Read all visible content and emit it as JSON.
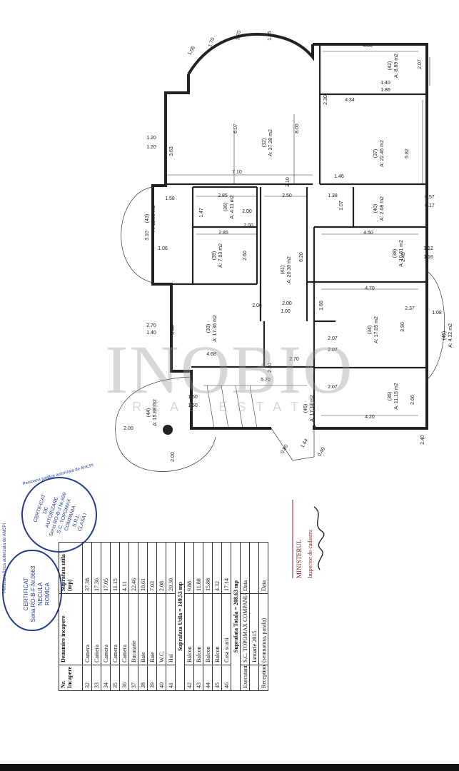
{
  "watermark": {
    "brand": "INOBIO",
    "tagline": "REAL ESTATE"
  },
  "rooms": [
    {
      "code": "32",
      "area": "A: 37.38 m2"
    },
    {
      "code": "42",
      "area": "A: 8.89 m2"
    },
    {
      "code": "37",
      "area": "A: 22.46 m2"
    },
    {
      "code": "36",
      "area": "A: 4.11 m2"
    },
    {
      "code": "40",
      "area": "A: 2.08 m2"
    },
    {
      "code": "43",
      "area": "A: 11.89 m2"
    },
    {
      "code": "39",
      "area": "A: 7.03 m2"
    },
    {
      "code": "41",
      "area": "A: 20.30 m2"
    },
    {
      "code": "38",
      "area": "A: 10.61 m2"
    },
    {
      "code": "33",
      "area": "A: 17.36 m2"
    },
    {
      "code": "34",
      "area": "A: 17.05 m2"
    },
    {
      "code": "45",
      "area": "A: 4.32 m2"
    },
    {
      "code": "35",
      "area": "A: 11.15 m2"
    },
    {
      "code": "44",
      "area": "A: 15.88 m2"
    },
    {
      "code": "46",
      "area": "A: 17.14 m2"
    }
  ],
  "dimensions": [
    "4.86",
    "2.07",
    "1.05",
    "1.70",
    "1.70",
    "1.05",
    "1.40",
    "1.86",
    "2.30",
    "4.34",
    "6.07",
    "8.00",
    "5.82",
    "1.20",
    "1.20",
    "3.63",
    "7.10",
    "2.10",
    "1.46",
    "1.58",
    "2.85",
    "2.50",
    "1.38",
    "0.57",
    "0.17",
    "3.10",
    "1.47",
    "2.00",
    "2.00",
    "1.07",
    "2.85",
    "4.50",
    "1.06",
    "2.60",
    "6.20",
    "2.45",
    "1.12",
    "1.16",
    "4.70",
    "2.37",
    "1.08",
    "2.70",
    "1.40",
    "3.80",
    "2.06",
    "2.00",
    "1.00",
    "1.66",
    "3.90",
    "2.07",
    "2.70",
    "4.68",
    "2.07",
    "2.10",
    "5.70",
    "2.07",
    "1.50",
    "1.50",
    "2.66",
    "4.20",
    "2.40",
    "2.00",
    "2.00",
    "1.64",
    "0.80",
    "0.40"
  ],
  "table": {
    "headers": [
      "Nr. Incapere",
      "Denumire incapere",
      "Suprafata utila (mp)"
    ],
    "rows": [
      [
        "32",
        "Camera",
        "37.38"
      ],
      [
        "33",
        "Camera",
        "17.36"
      ],
      [
        "34",
        "Camera",
        "17.05"
      ],
      [
        "35",
        "Camera",
        "11.15"
      ],
      [
        "36",
        "Camera",
        "4.11"
      ],
      [
        "37",
        "Bucatarie",
        "22.46"
      ],
      [
        "38",
        "Baie",
        "10.61"
      ],
      [
        "39",
        "Baie",
        "7.03"
      ],
      [
        "40",
        "W.C.",
        "2.08"
      ],
      [
        "41",
        "Hol",
        "20.30"
      ]
    ],
    "subtotal": "Suprafata Utila = 149.53 mp",
    "rows2": [
      [
        "42",
        "Balcon",
        "9.88"
      ],
      [
        "43",
        "Balcon",
        "11.88"
      ],
      [
        "44",
        "Balcon",
        "15.88"
      ],
      [
        "45",
        "Balcon",
        "4.32"
      ],
      [
        "46",
        "Casa scarii",
        "17.14"
      ]
    ],
    "total": "Suprafata Totala = 208.63 mp",
    "footer": {
      "executant_label": "Executant",
      "executant_value": "S.C. TOPOMAX COMPANIA S.R.L.",
      "receptionat_label": "Receptionat,",
      "receptionat_sub": "(semnatura, parafa)",
      "data_label": "Data",
      "data_value": "Ianuarie 2015"
    }
  },
  "stamps": {
    "main": [
      "CERTIFICAT",
      "DE",
      "AUTORIZARE",
      "Seria RO-B-J Nr.699",
      "S.C. TOPOMAX",
      "COMPANIA",
      "S.R.L.",
      "CLASA I"
    ],
    "main_ring": "Persoana juridica autorizata de ANCPI",
    "personal": [
      "CERTIFICAT",
      "Seria RO-B-F Nr.0663",
      "NECULA",
      "ROMICA"
    ],
    "personal_ring": "Persoana fizica autorizata de ANCPI"
  },
  "red_stamp": [
    "MINISTERUL",
    "Inspector de cadastru"
  ]
}
